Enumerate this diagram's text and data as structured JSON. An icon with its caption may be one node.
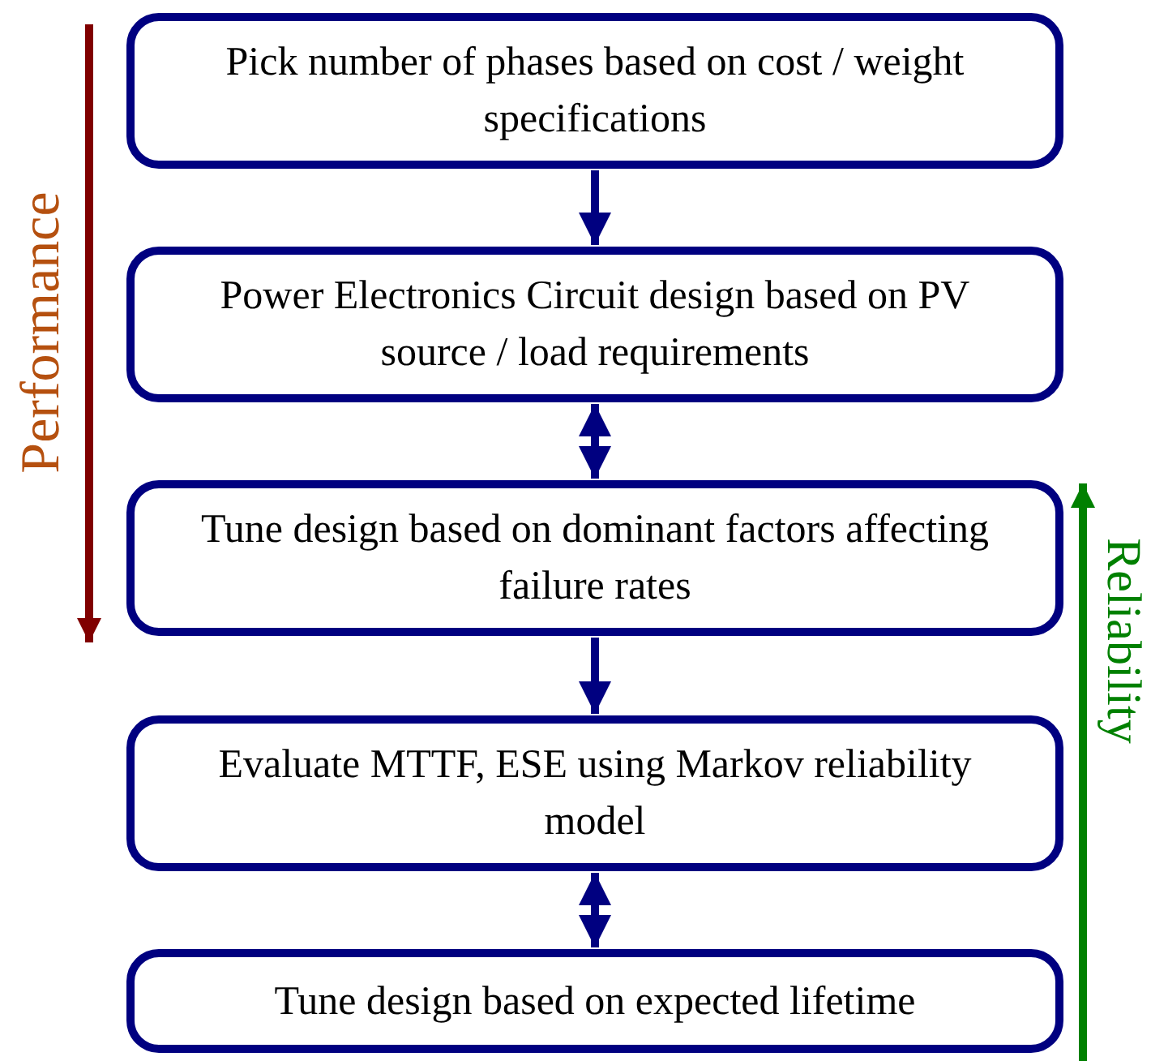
{
  "diagram": {
    "nodes": [
      {
        "text": [
          "Pick number of phases based on cost / weight specifications"
        ]
      },
      {
        "text": [
          "Power Electronics Circuit design based on PV source / load requirements"
        ]
      },
      {
        "text": [
          "Tune design based on dominant factors affecting failure rates"
        ]
      },
      {
        "text": [
          "Evaluate MTTF, ESE using Markov reliability model"
        ]
      },
      {
        "text": [
          "Tune design based on expected lifetime"
        ]
      }
    ],
    "edges": [
      {
        "from": 0,
        "to": 1,
        "arrow": "to"
      },
      {
        "from": 1,
        "to": 2,
        "arrow": "both"
      },
      {
        "from": 2,
        "to": 3,
        "arrow": "to"
      },
      {
        "from": 3,
        "to": 4,
        "arrow": "both"
      }
    ],
    "labels": [
      "Performance",
      "Reliability"
    ]
  }
}
